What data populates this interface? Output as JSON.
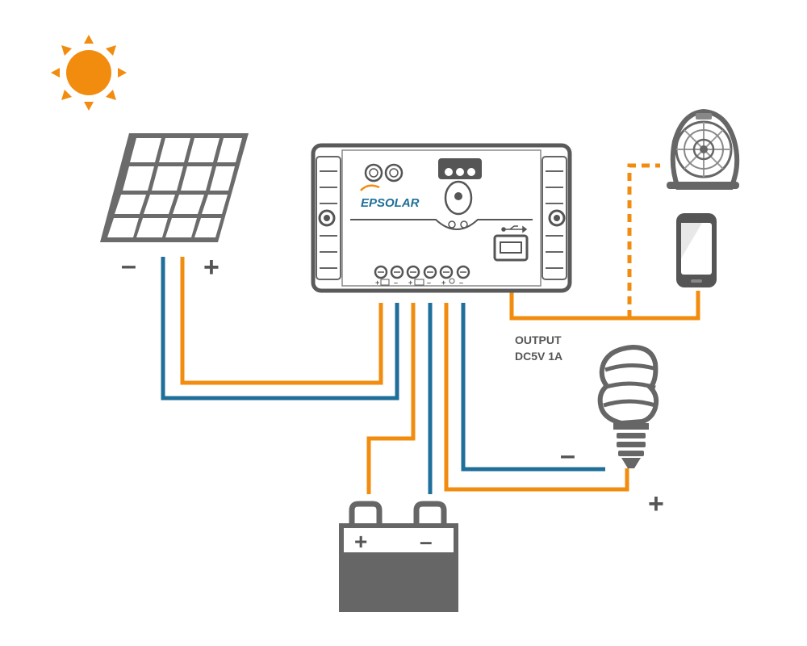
{
  "colors": {
    "positive_wire": "#f28c0f",
    "negative_wire": "#1f6f9a",
    "device": "#666666",
    "device_dark": "#555555",
    "panel_fill": "#f2f2f2",
    "sun": "#f28c0f",
    "brand_blue": "#1f6f9a",
    "brand_orange": "#f28c0f"
  },
  "solar_panel": {
    "minus_label": "–",
    "plus_label": "+"
  },
  "controller": {
    "brand_logo": "EPSOLAR",
    "terminal_labels": [
      "+",
      "–",
      "+",
      "–",
      "+",
      "–"
    ]
  },
  "output": {
    "line1": "OUTPUT",
    "line2": "DC5V 1A"
  },
  "load_bulb": {
    "minus_label": "–",
    "plus_label": "+"
  },
  "battery": {
    "plus_label": "+",
    "minus_label": "–"
  },
  "icons": [
    "sun-icon",
    "solar-panel-icon",
    "charge-controller-icon",
    "fan-icon",
    "smartphone-icon",
    "light-bulb-icon",
    "battery-icon",
    "usb-icon"
  ]
}
